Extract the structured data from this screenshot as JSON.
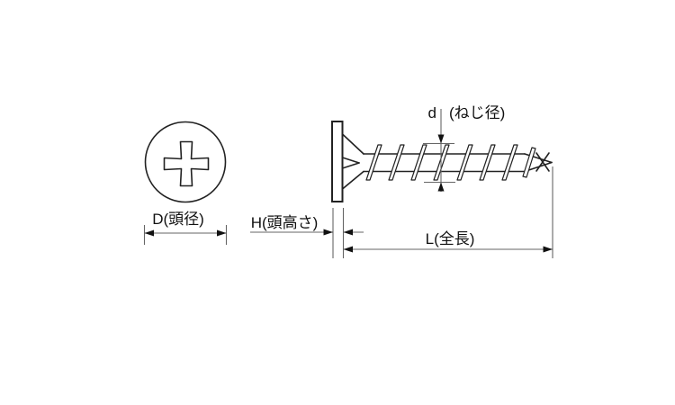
{
  "diagram": {
    "labels": {
      "head_diameter": "D(頭径)",
      "thread_diameter_symbol": "d",
      "thread_diameter": "(ねじ径)",
      "head_height": "H(頭高さ)",
      "overall_length": "L(全長)"
    },
    "colors": {
      "background": "#ffffff",
      "outline": "#222222",
      "dimension": "#666666",
      "text": "#111111"
    }
  }
}
